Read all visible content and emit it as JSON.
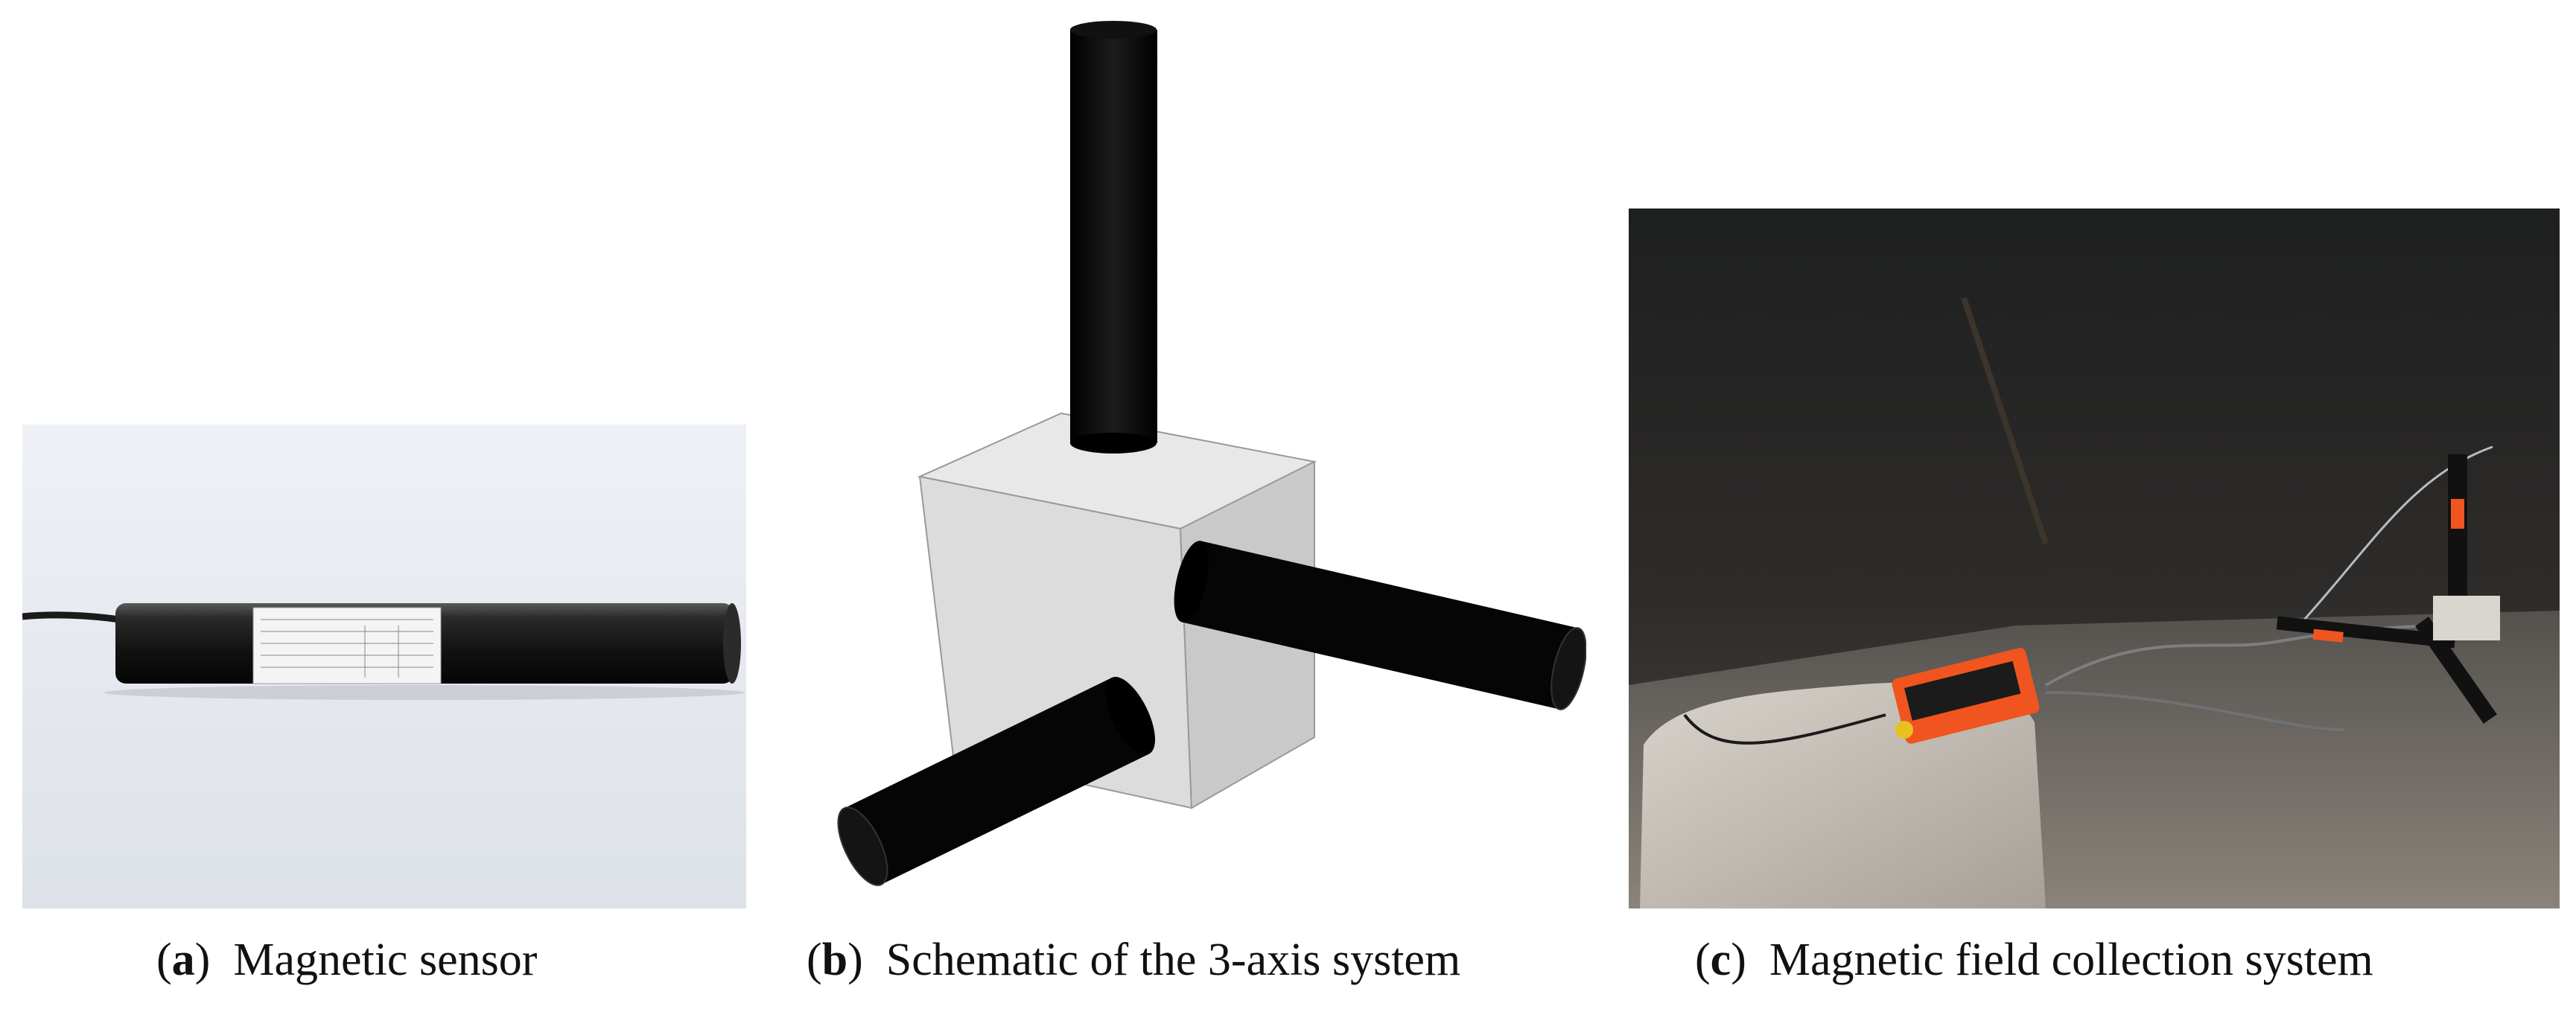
{
  "figure": {
    "panels": [
      {
        "letter": "a",
        "caption": "Magnetic sensor"
      },
      {
        "letter": "b",
        "caption": "Schematic of the 3-axis system"
      },
      {
        "letter": "c",
        "caption": "Magnetic field collection system"
      }
    ]
  },
  "icons": [
    "magnetic-sensor-photo",
    "three-axis-schematic",
    "field-collection-photo"
  ]
}
